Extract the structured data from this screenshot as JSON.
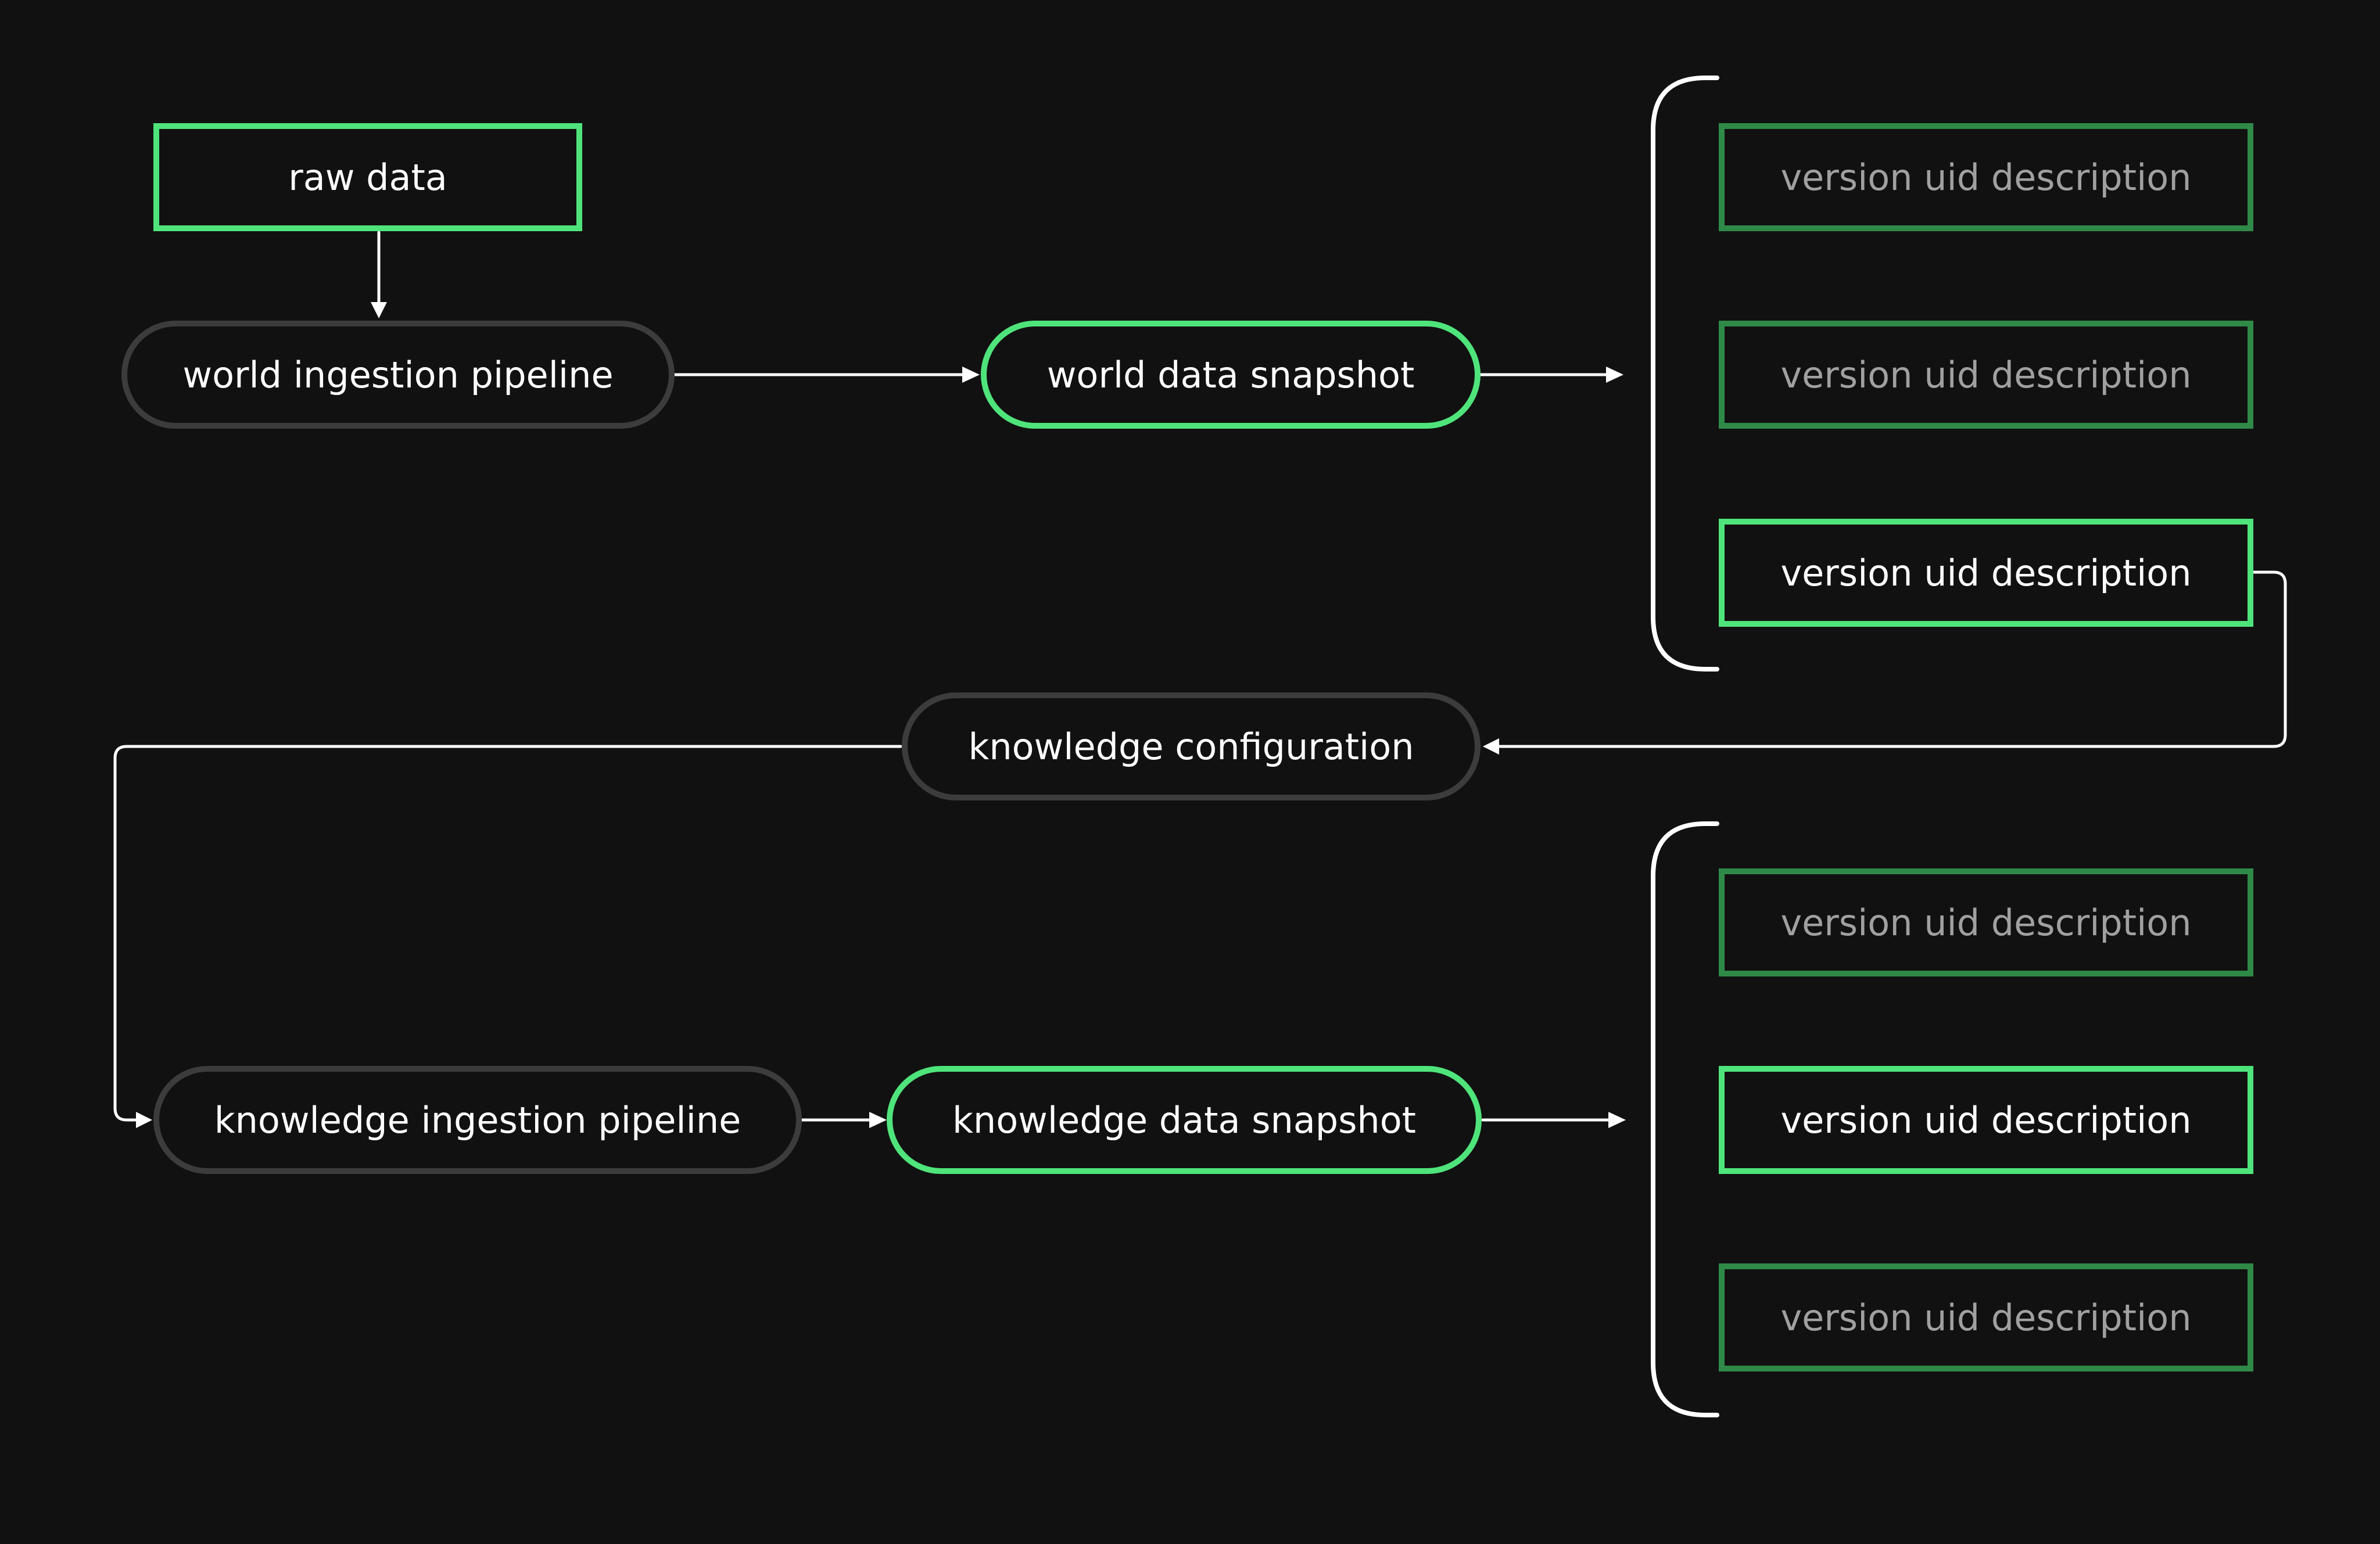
{
  "nodes": {
    "raw_data": "raw data",
    "world_ingestion_pipeline": "world ingestion pipeline",
    "world_data_snapshot": "world data snapshot",
    "knowledge_configuration": "knowledge configuration",
    "knowledge_ingestion_pipeline": "knowledge ingestion pipeline",
    "knowledge_data_snapshot": "knowledge data snapshot"
  },
  "world_versions": [
    {
      "label": "version uid description",
      "active": false
    },
    {
      "label": "version uid description",
      "active": false
    },
    {
      "label": "version uid description",
      "active": true
    }
  ],
  "knowledge_versions": [
    {
      "label": "version uid description",
      "active": false
    },
    {
      "label": "version uid description",
      "active": true
    },
    {
      "label": "version uid description",
      "active": false
    }
  ],
  "colors": {
    "background": "#111111",
    "accent_green": "#4fe47b",
    "dim_green": "#2f8a48",
    "pill_gray": "#3c3c3c",
    "text_dim": "#a0a0a0",
    "connector": "#ffffff"
  }
}
